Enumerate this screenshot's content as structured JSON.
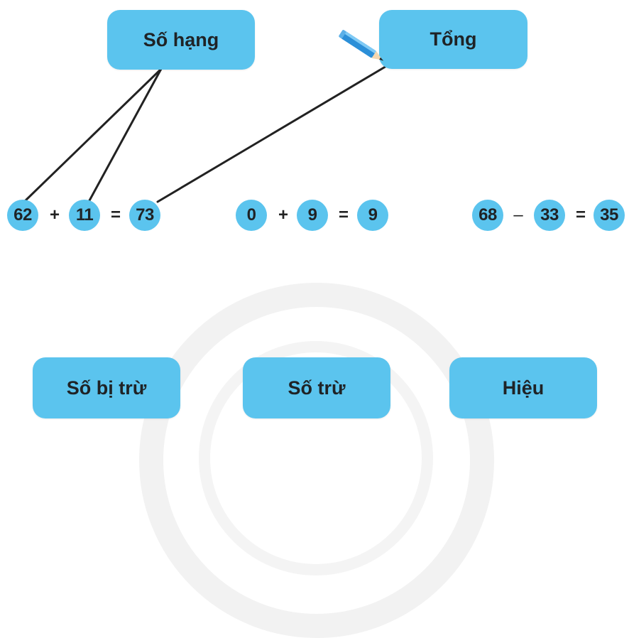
{
  "labels": {
    "addend": "Số hạng",
    "sum": "Tổng",
    "minuend": "Số bị trừ",
    "subtrahend": "Số trừ",
    "difference": "Hiệu"
  },
  "equations": [
    {
      "a": "62",
      "op": "+",
      "b": "11",
      "eq": "=",
      "result": "73"
    },
    {
      "a": "0",
      "op": "+",
      "b": "9",
      "eq": "=",
      "result": "9"
    },
    {
      "a": "68",
      "op": "–",
      "b": "33",
      "eq": "=",
      "result": "35"
    }
  ],
  "icons": {
    "pencil": "pencil-icon"
  },
  "colors": {
    "accent": "#5bc4ee",
    "text": "#1f2326",
    "line": "#222222"
  }
}
